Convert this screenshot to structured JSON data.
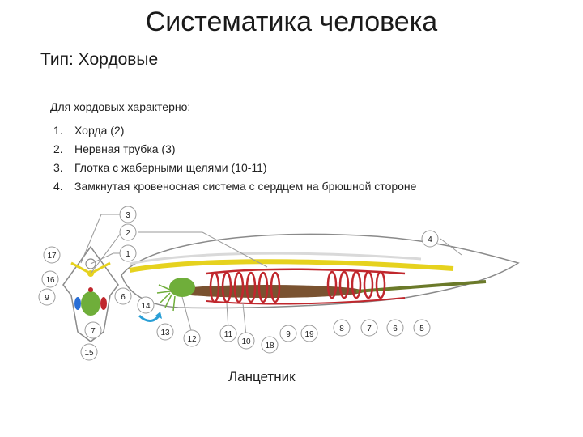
{
  "slide": {
    "title": "Систематика человека",
    "subtitle": "Тип: Хордовые",
    "intro": "Для хордовых характерно:",
    "list": [
      {
        "num": "1.",
        "text": "Хорда (2)"
      },
      {
        "num": "2.",
        "text": "Нервная трубка (3)"
      },
      {
        "num": "3.",
        "text": "Глотка с жаберными щелями (10-11)"
      },
      {
        "num": "4.",
        "text": "Замкнутая кровеносная система с сердцем на брюшной стороне"
      }
    ],
    "caption": "Ланцетник"
  },
  "diagram": {
    "callouts": [
      "1",
      "2",
      "3",
      "4",
      "5",
      "6",
      "7",
      "8",
      "9",
      "10",
      "11",
      "12",
      "13",
      "14",
      "15",
      "16",
      "17",
      "18",
      "19"
    ],
    "colors": {
      "notochord": "#e6d21e",
      "nerve": "#d9d9d9",
      "vessels": "#c0272d",
      "pharynx": "#6fae3a",
      "gut": "#7a5230",
      "water_flow": "#2a9fd6",
      "outline": "#8a8a8a"
    }
  }
}
